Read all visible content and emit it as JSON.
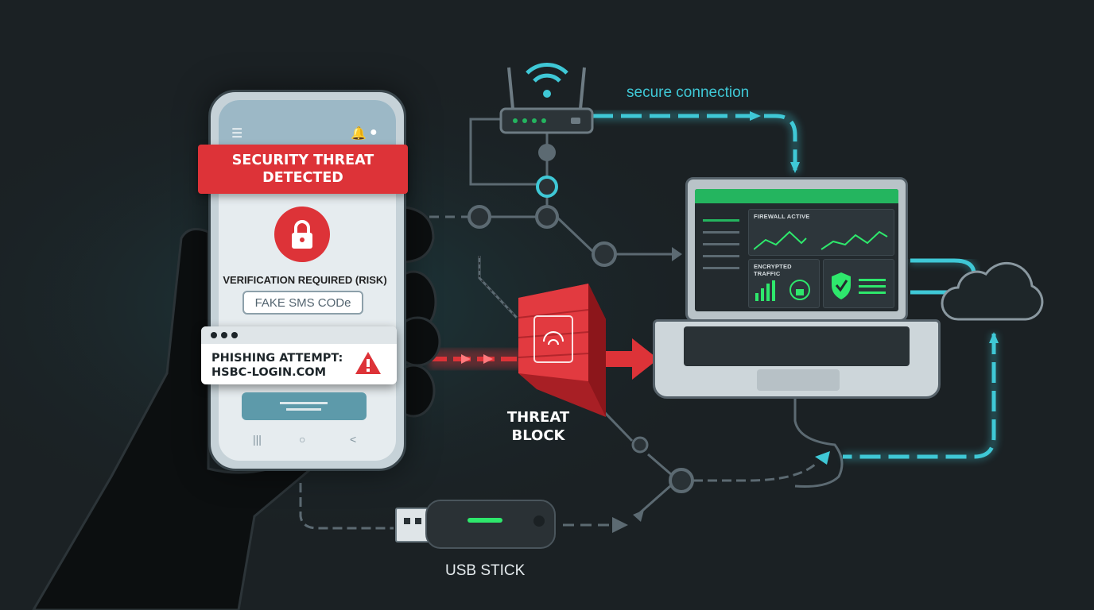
{
  "phone": {
    "alert_title": "SECURITY THREAT DETECTED",
    "verification_text": "VERIFICATION REQUIRED (RISK)",
    "sms_field_text": "FAKE SMS CODe",
    "phishing_title": "PHISHING ATTEMPT:",
    "phishing_domain": "HSBC-LOGIN.COM",
    "icons": [
      "menu-icon",
      "bell-icon",
      "user-icon",
      "lock-icon",
      "warning-icon"
    ]
  },
  "laptop": {
    "firewall_panel": "FIREWALL ACTIVE",
    "traffic_panel": "ENCRYPTED TRAFFIC"
  },
  "labels": {
    "secure_connection": "secure connection",
    "threat_block_line1": "THREAT",
    "threat_block_line2": "BLOCK",
    "usb_stick": "USB STICK"
  },
  "colors": {
    "background": "#1b2124",
    "alert_red": "#dd3338",
    "secure_cyan": "#3fc8d6",
    "dashboard_green": "#24b55f",
    "network_gray": "#5c6a72"
  }
}
